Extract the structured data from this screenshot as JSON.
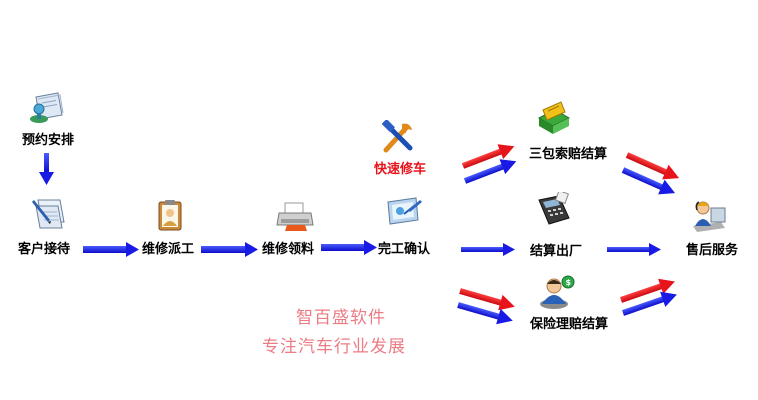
{
  "diagram": {
    "nodes": {
      "schedule": {
        "label": "预约安排"
      },
      "reception": {
        "label": "客户接待"
      },
      "dispatch": {
        "label": "维修派工"
      },
      "parts": {
        "label": "维修领料"
      },
      "quick": {
        "label": "快速修车"
      },
      "completion": {
        "label": "完工确认"
      },
      "warranty": {
        "label": "三包索赔结算"
      },
      "checkout": {
        "label": "结算出厂"
      },
      "insurance": {
        "label": "保险理赔结算"
      },
      "aftersales": {
        "label": "售后服务"
      }
    },
    "colors": {
      "text": "#000000",
      "highlight_text": "#e8141b",
      "flow_arrow": "#1a1ae6",
      "double_arrow_top": "#e8141b",
      "double_arrow_bottom": "#1a1ae6"
    }
  },
  "branding": {
    "line1": "智百盛软件",
    "line2": "专注汽车行业发展",
    "color": "#ec7c84"
  }
}
